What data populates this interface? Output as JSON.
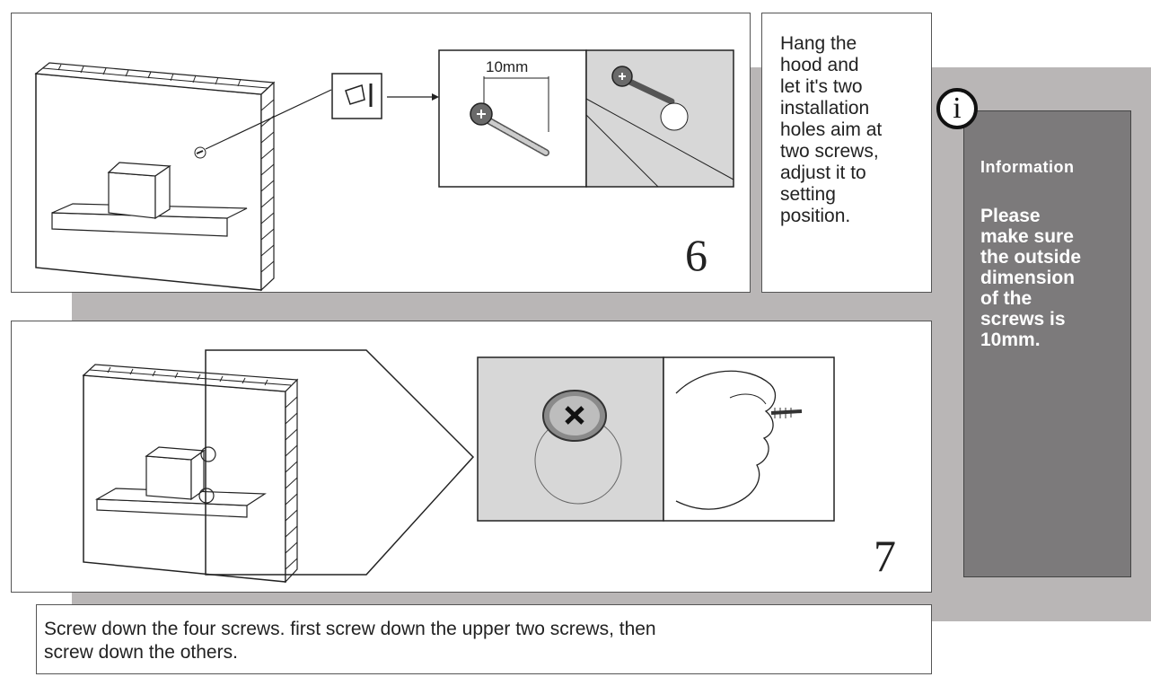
{
  "step6": {
    "number": "6",
    "dimension_label": "10mm",
    "instruction_lines": [
      "Hang the",
      "hood and",
      "let it's two",
      "installation",
      "holes aim at",
      "two screws,",
      "adjust it to",
      "setting",
      "position."
    ]
  },
  "step7": {
    "number": "7",
    "caption_lines": [
      "Screw down the four screws. first screw down the upper two screws, then",
      "screw down the others."
    ]
  },
  "info": {
    "icon_glyph": "i",
    "title": "Information",
    "body_lines": [
      "Please",
      "make sure",
      "the outside",
      "dimension",
      "of the",
      "screws is",
      "10mm."
    ]
  },
  "colors": {
    "band_grey": "#b9b6b6",
    "info_grey": "#7c7a7b",
    "detail_grey": "#d7d7d7"
  }
}
